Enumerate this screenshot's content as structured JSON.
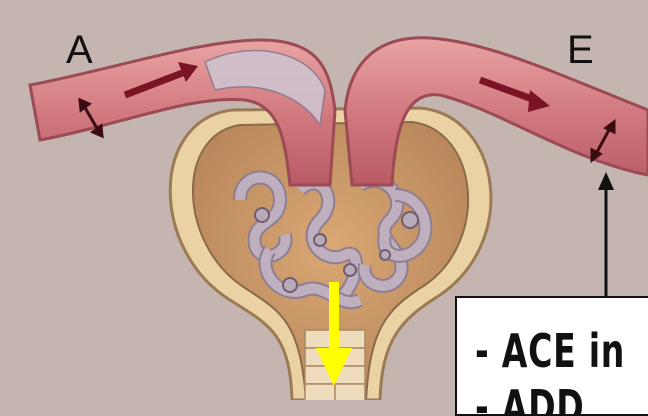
{
  "labels": {
    "afferent": "A",
    "efferent": "E"
  },
  "callout": {
    "line1": "- ACE in",
    "line2": "- ADD"
  },
  "icons": {
    "flow_arrows": "flow-arrow-icon",
    "diameter_arrows": "diameter-arrow-icon",
    "filtrate_arrow": "down-arrow-icon",
    "pointer_arrow": "up-arrow-icon"
  },
  "colors": {
    "background": "#c5b5b0",
    "vessel": "#d9868a",
    "vessel_dark": "#a94a55",
    "capsule": "#e8c898",
    "capsule_inner": "#c89a6a",
    "glomerulus": "#b7a8b8",
    "filtrate_arrow": "#ffff00",
    "flow_arrow": "#8a1f2c"
  }
}
